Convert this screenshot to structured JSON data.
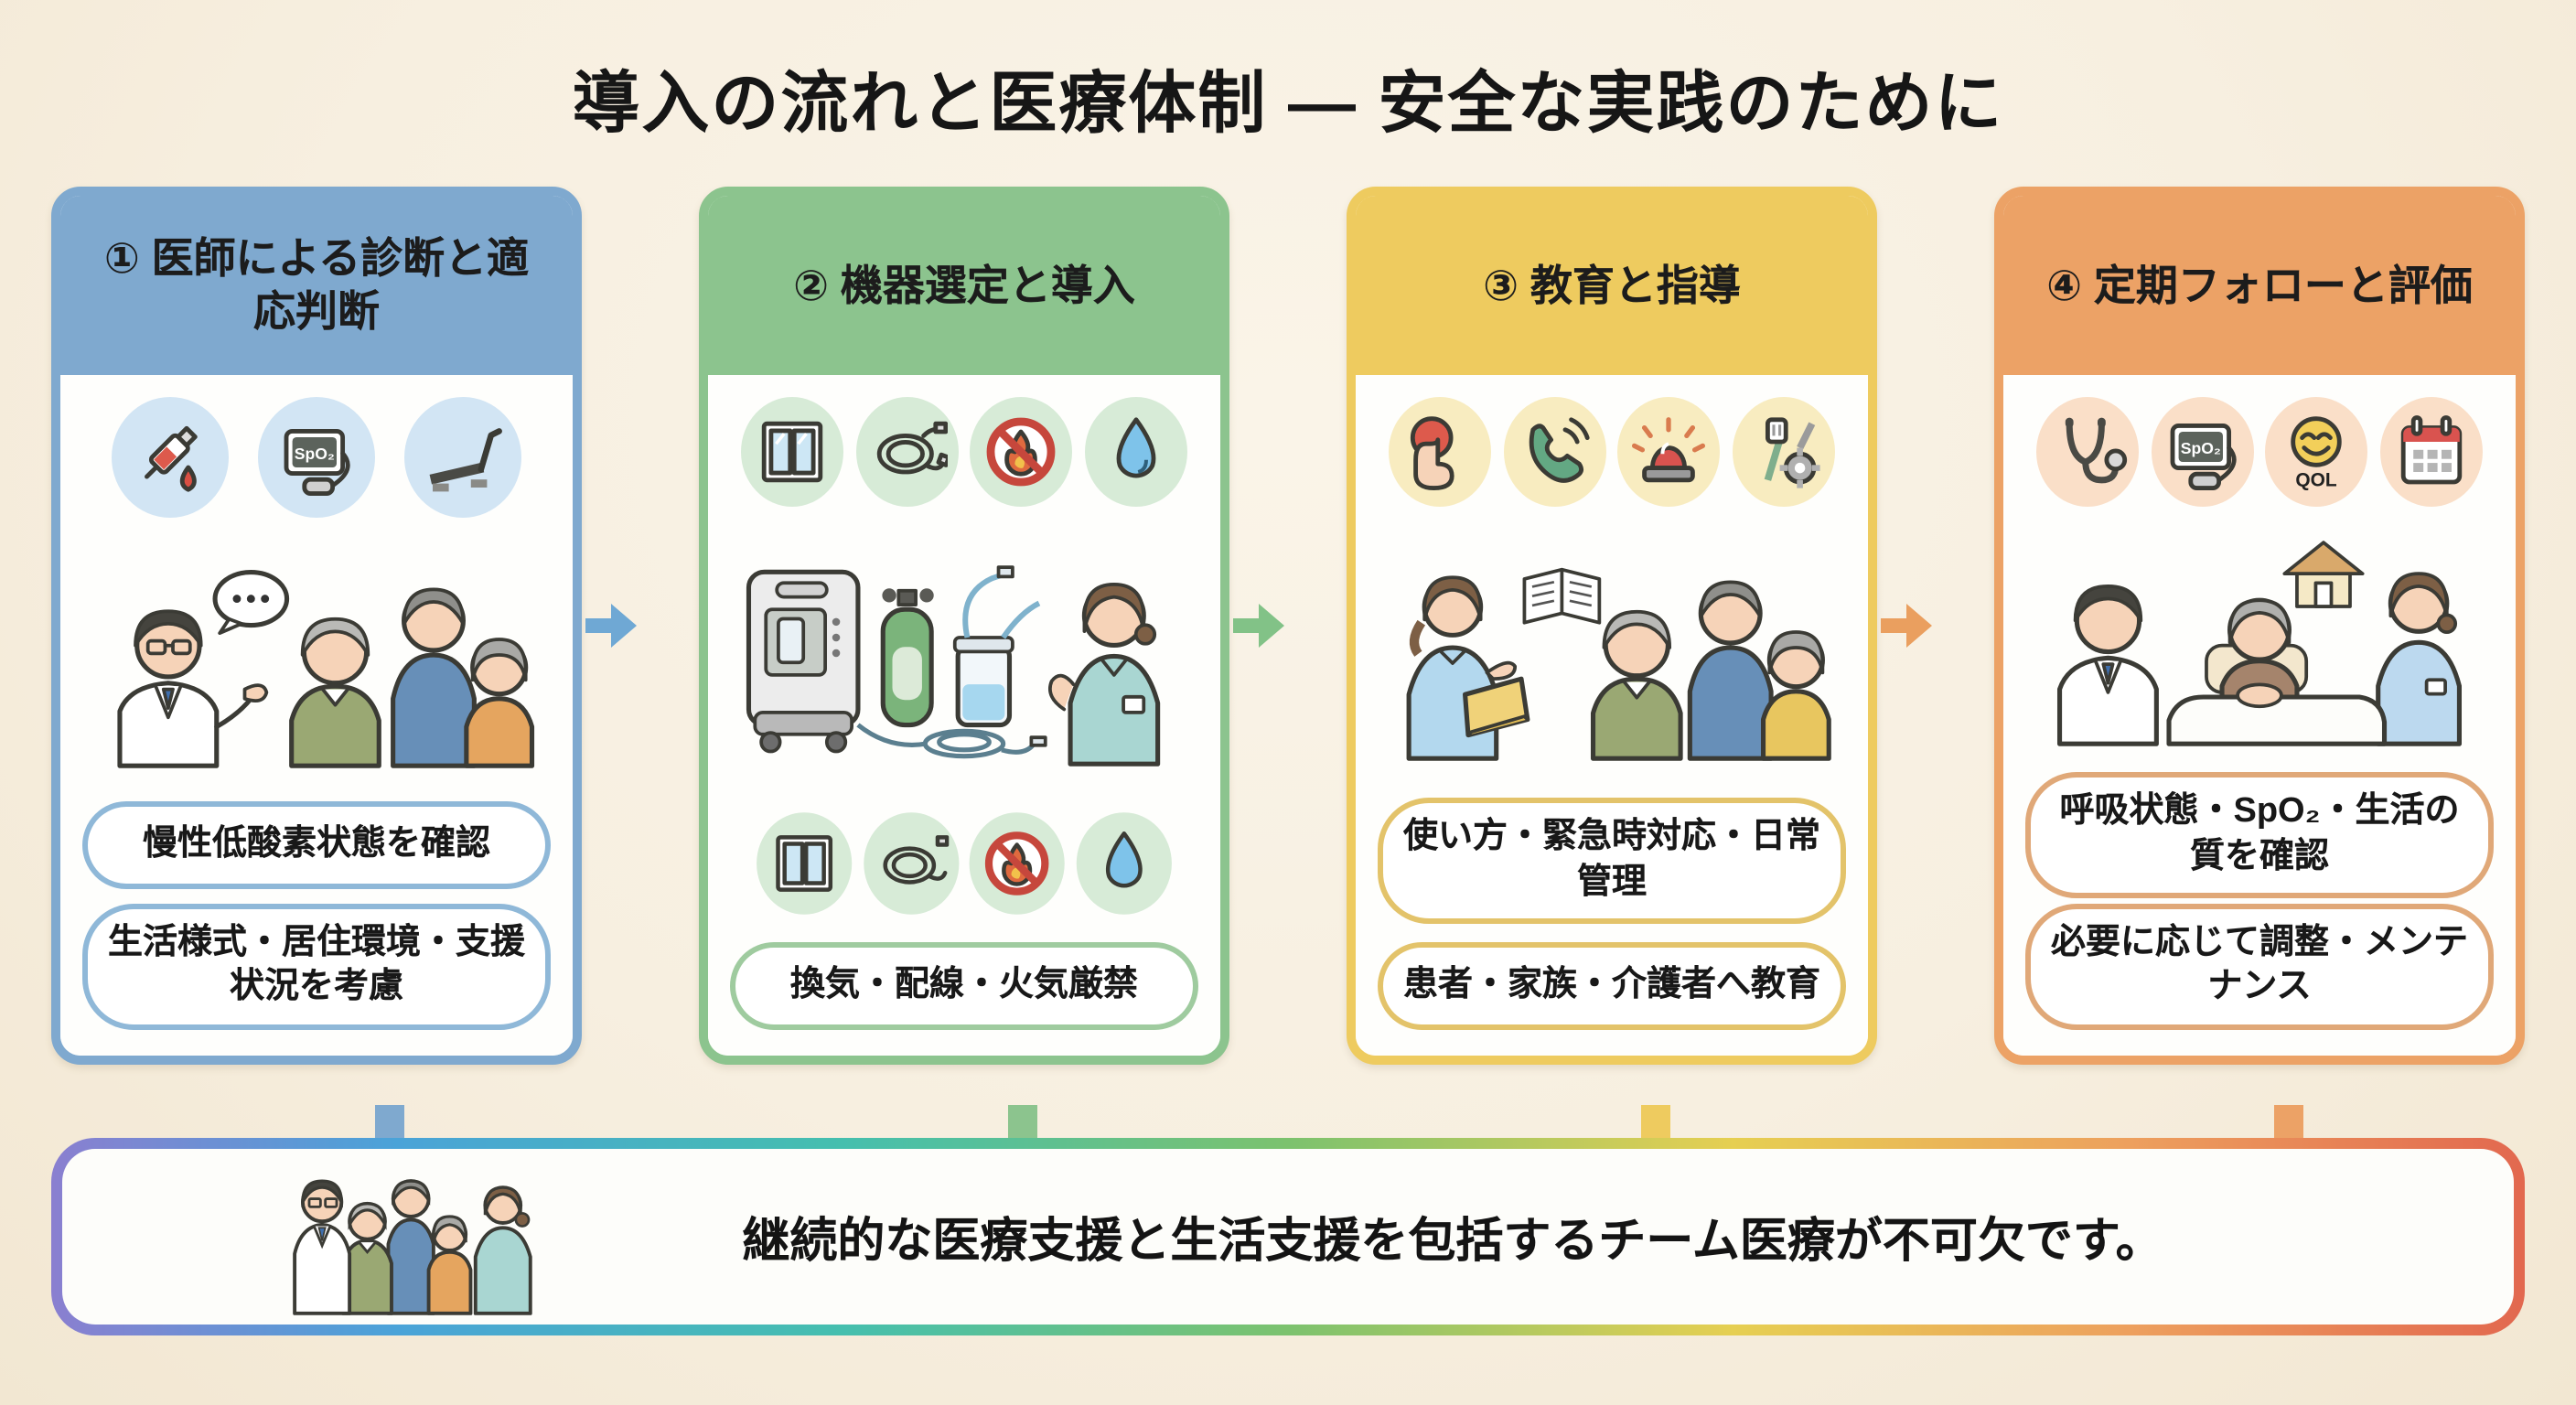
{
  "title": "導入の流れと医療体制 ― 安全な実践のために",
  "icon_labels": {
    "spo2": "SpO₂",
    "qol": "QOL"
  },
  "steps": [
    {
      "number": "①",
      "heading": "医師による診断と適応判断",
      "color": "#7fa9cf",
      "icons": [
        "syringe-icon",
        "spo2-monitor-icon",
        "treadmill-icon"
      ],
      "pills": [
        "慢性低酸素状態を確認",
        "生活様式・居住環境・支援状況を考慮"
      ]
    },
    {
      "number": "②",
      "heading": "機器選定と導入",
      "color": "#8cc48e",
      "icons": [
        "window-icon",
        "cannula-tube-icon",
        "no-fire-icon",
        "water-drop-icon"
      ],
      "pills": [
        "換気・配線・火気厳禁"
      ]
    },
    {
      "number": "③",
      "heading": "教育と指導",
      "color": "#eecb5f",
      "icons": [
        "call-button-icon",
        "phone-icon",
        "emergency-light-icon",
        "maintenance-icon"
      ],
      "pills": [
        "使い方・緊急時対応・日常管理",
        "患者・家族・介護者へ教育"
      ]
    },
    {
      "number": "④",
      "heading": "定期フォローと評価",
      "color": "#eca266",
      "icons": [
        "stethoscope-icon",
        "spo2-monitor-icon",
        "qol-smiley-icon",
        "calendar-icon"
      ],
      "pills": [
        "呼吸状態・SpO₂・生活の質を確認",
        "必要に応じて調整・メンテナンス"
      ]
    }
  ],
  "banner": {
    "text": "継続的な医療支援と生活支援を包括するチーム医療が不可欠です。"
  },
  "colors": {
    "background": "#f8f0e1",
    "step_blue": "#7fa9cf",
    "step_green": "#8cc48e",
    "step_yellow": "#eecb5f",
    "step_orange": "#eca266",
    "banner_gradient": [
      "#8a7fd0",
      "#4aa3d8",
      "#45bfae",
      "#7cc26e",
      "#e6cf52",
      "#eda05e",
      "#e2684f"
    ]
  }
}
